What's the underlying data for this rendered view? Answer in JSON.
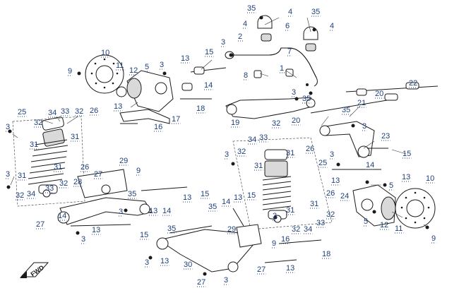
{
  "diagram": {
    "fwd_label": "FWD",
    "callouts": [
      "1",
      "2",
      "3",
      "4",
      "5",
      "6",
      "7",
      "8",
      "9",
      "10",
      "11",
      "12",
      "13",
      "14",
      "15",
      "16",
      "17",
      "18",
      "19",
      "20",
      "21",
      "22",
      "23",
      "24",
      "25",
      "26",
      "27",
      "28",
      "29",
      "30",
      "31",
      "32",
      "33",
      "34",
      "35"
    ],
    "colors": {
      "callout_text": "#1f3f7a",
      "line": "#1a1a1a",
      "shade": "#d9d9d9"
    }
  }
}
